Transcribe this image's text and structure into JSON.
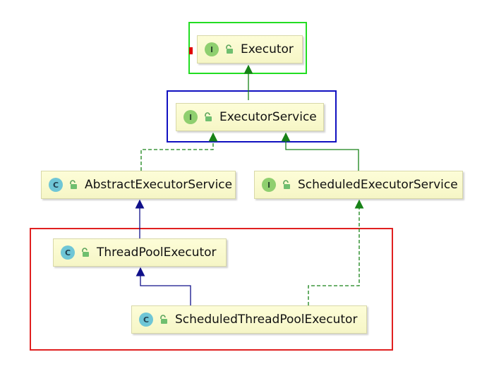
{
  "nodes": {
    "executor": {
      "kind": "I",
      "name": "Executor"
    },
    "executor_service": {
      "kind": "I",
      "name": "ExecutorService"
    },
    "abstract_executor_service": {
      "kind": "C",
      "name": "AbstractExecutorService"
    },
    "scheduled_executor_service": {
      "kind": "I",
      "name": "ScheduledExecutorService"
    },
    "thread_pool_executor": {
      "kind": "C",
      "name": "ThreadPoolExecutor"
    },
    "scheduled_thread_pool_executor": {
      "kind": "C",
      "name": "ScheduledThreadPoolExecutor"
    }
  },
  "frame_colors": {
    "executor": "#22dd22",
    "executor_service": "#1010c0",
    "thread_pools": "#e02020"
  },
  "edge_colors": {
    "extends_interface": "#178217",
    "implements": "#178217",
    "extends_class": "#10108a"
  },
  "icons": {
    "interface_badge": "interface-icon",
    "class_badge": "class-icon",
    "visibility": "unlock-icon"
  }
}
